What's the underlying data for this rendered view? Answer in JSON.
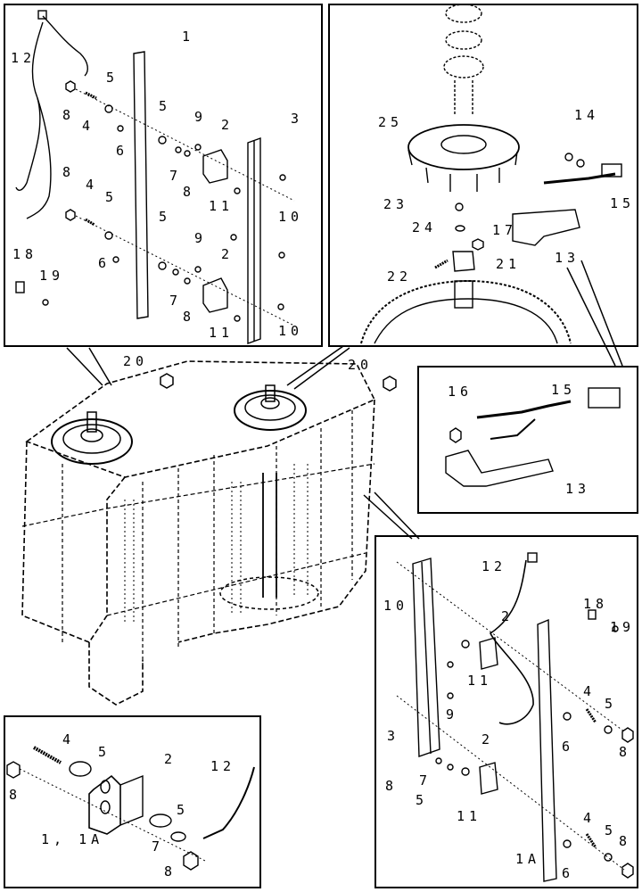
{
  "panel_top_left": {
    "labels": [
      "1",
      "12",
      "5",
      "8",
      "4",
      "5",
      "6",
      "9",
      "2",
      "7",
      "8",
      "3",
      "11",
      "10",
      "8",
      "4",
      "5",
      "5",
      "6",
      "9",
      "2",
      "7",
      "8",
      "18",
      "19",
      "11",
      "10"
    ]
  },
  "panel_top_right": {
    "labels": [
      "25",
      "14",
      "23",
      "15",
      "24",
      "17",
      "13",
      "22",
      "21"
    ]
  },
  "panel_detail_mid": {
    "labels": [
      "16",
      "15",
      "13"
    ]
  },
  "main_assembly": {
    "labels": [
      "20",
      "20"
    ]
  },
  "panel_bottom_left": {
    "labels": [
      "4",
      "5",
      "2",
      "12",
      "8",
      "5",
      "1, 1A",
      "7",
      "8"
    ]
  },
  "panel_bottom_right": {
    "labels": [
      "12",
      "10",
      "2",
      "18",
      "19",
      "11",
      "9",
      "4",
      "5",
      "3",
      "6",
      "8",
      "2",
      "8",
      "7",
      "5",
      "11",
      "4",
      "5",
      "1A",
      "6",
      "8"
    ]
  }
}
